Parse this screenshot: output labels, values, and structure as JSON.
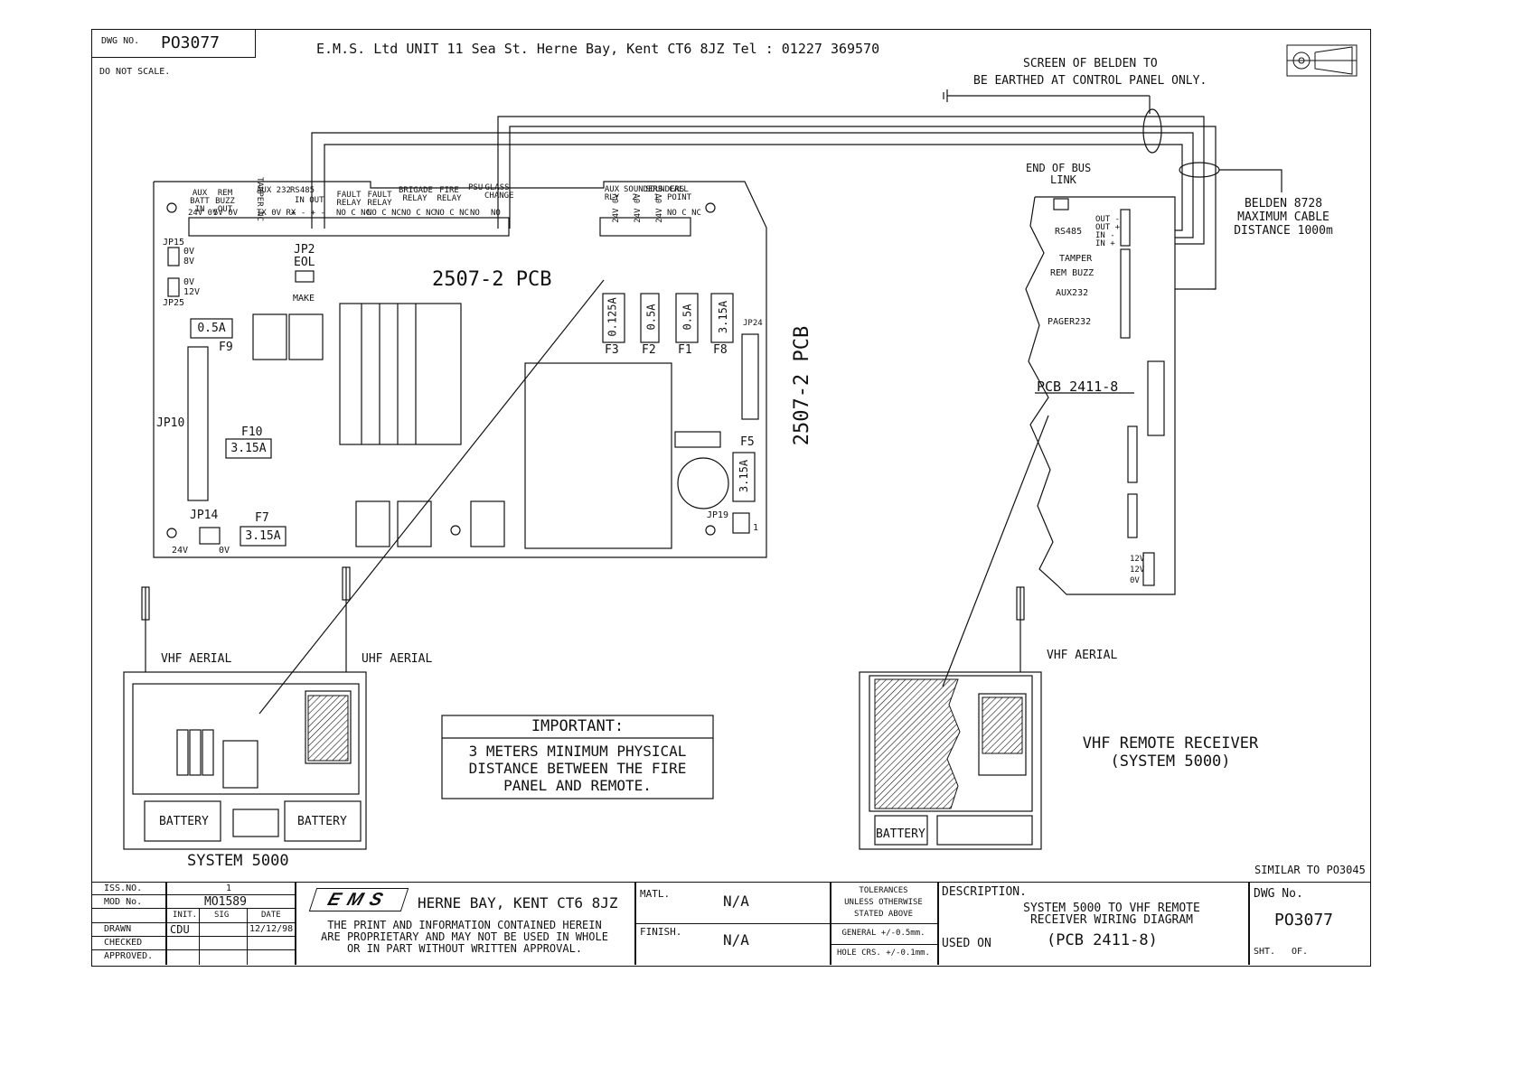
{
  "header": {
    "dwg_no_label": "DWG NO.",
    "dwg_no": "PO3077",
    "do_not_scale": "DO NOT SCALE.",
    "company": "E.M.S. Ltd UNIT 11 Sea St. Herne Bay, Kent CT6 8JZ Tel : 01227 369570"
  },
  "notes": {
    "screen_note_1": "SCREEN OF BELDEN TO",
    "screen_note_2": "BE EARTHED AT CONTROL PANEL ONLY.",
    "belden_1": "BELDEN 8728",
    "belden_2": "MAXIMUM CABLE",
    "belden_3": "DISTANCE 1000m",
    "end_of_bus_1": "END OF BUS",
    "end_of_bus_2": "LINK",
    "similar_to": "SIMILAR TO PO3045"
  },
  "pcb_2507": {
    "title": "2507-2 PCB",
    "side_title": "2507-2 PCB",
    "terminal_labels": [
      "AUX BATT IN",
      "REM BUZZ OUT",
      "TAMPER NC",
      "AUX 232",
      "RS485",
      "FAULT RELAY",
      "FAULT RELAY",
      "BRIGADE RELAY",
      "FIRE RELAY",
      "PSU",
      "GLASS CHANGE",
      "AUX RLY",
      "SOUNDERS 2",
      "SOUNDERS 1",
      "CALL POINT"
    ],
    "terminal_sublabels": [
      "24V 0V",
      "5V 0V",
      "TX 0V RX",
      "IN OUT",
      "+ - + -",
      "NO C NC",
      "NO C NC",
      "NO C NC",
      "NO C NC",
      "NO",
      "NO",
      "24V 0V",
      "24V 0V",
      "24V 0V",
      "NO C NC"
    ],
    "jumpers": {
      "jp15": "JP15",
      "jp15_0v": "0V",
      "jp15_8v": "8V",
      "jp25": "JP25",
      "jp25_0v": "0V",
      "jp25_12v": "12V",
      "jp2": "JP2",
      "eol": "EOL",
      "make": "MAKE",
      "jp10": "JP10",
      "jp14": "JP14",
      "jp14_24v": "24V",
      "jp14_0v": "0V",
      "jp24": "JP24",
      "jp19": "JP19",
      "one": "1"
    },
    "fuses": [
      {
        "id": "F9",
        "rating": "0.5A"
      },
      {
        "id": "F10",
        "rating": "3.15A"
      },
      {
        "id": "F7",
        "rating": "3.15A"
      },
      {
        "id": "F3",
        "rating": "0.125A"
      },
      {
        "id": "F2",
        "rating": "0.5A"
      },
      {
        "id": "F1",
        "rating": "0.5A"
      },
      {
        "id": "F8",
        "rating": "3.15A"
      },
      {
        "id": "F5",
        "rating": "3.15A"
      }
    ]
  },
  "pcb_2411": {
    "title": "PCB 2411-8",
    "labels": [
      "RS485",
      "TAMPER",
      "REM BUZZ",
      "AUX232",
      "PAGER232"
    ],
    "pins_rs485": [
      "OUT -",
      "OUT +",
      "IN -",
      "IN +"
    ],
    "pins_bottom": [
      "12V",
      "12V",
      "0V"
    ]
  },
  "system5000": {
    "aerial_left": "VHF AERIAL",
    "aerial_right": "UHF AERIAL",
    "battery_left": "BATTERY",
    "battery_right": "BATTERY",
    "title": "SYSTEM 5000"
  },
  "important": {
    "heading": "IMPORTANT:",
    "line1": "3 METERS MINIMUM PHYSICAL",
    "line2": "DISTANCE BETWEEN THE FIRE",
    "line3": "PANEL AND REMOTE."
  },
  "remote": {
    "aerial": "VHF AERIAL",
    "battery": "BATTERY",
    "title1": "VHF REMOTE RECEIVER",
    "title2": "(SYSTEM 5000)"
  },
  "title_block": {
    "iss_no_label": "ISS.NO.",
    "iss_no": "1",
    "mod_no_label": "MOD No.",
    "mod_no": "MO1589",
    "init_label": "INIT.",
    "sig_label": "SIG",
    "date_label": "DATE",
    "drawn_label": "DRAWN",
    "drawn_by": "CDU",
    "drawn_date": "12/12/98",
    "checked_label": "CHECKED",
    "approved_label": "APPROVED.",
    "logo": "EMS",
    "address": "HERNE BAY, KENT CT6 8JZ",
    "notice1": "THE PRINT AND INFORMATION CONTAINED HEREIN",
    "notice2": "ARE PROPRIETARY AND MAY NOT BE USED IN WHOLE",
    "notice3": "OR IN PART WITHOUT WRITTEN APPROVAL.",
    "matl_label": "MATL.",
    "matl": "N/A",
    "finish_label": "FINISH.",
    "finish": "N/A",
    "tol1": "TOLERANCES",
    "tol2": "UNLESS OTHERWISE",
    "tol3": "STATED ABOVE",
    "tol_general": "GENERAL +/-0.5mm.",
    "tol_hole": "HOLE CRS. +/-0.1mm.",
    "description_label": "DESCRIPTION.",
    "description1": "SYSTEM 5000 TO VHF REMOTE",
    "description2": "RECEIVER WIRING DIAGRAM",
    "used_on_label": "USED ON",
    "used_on": "(PCB 2411-8)",
    "dwg_no_label": "DWG No.",
    "dwg_no": "PO3077",
    "sht_label": "SHT.",
    "of_label": "OF."
  }
}
